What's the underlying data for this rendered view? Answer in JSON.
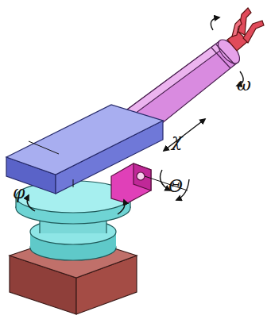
{
  "diagram": {
    "labels": [
      "ω",
      "χ",
      "Θ",
      "φ"
    ]
  }
}
